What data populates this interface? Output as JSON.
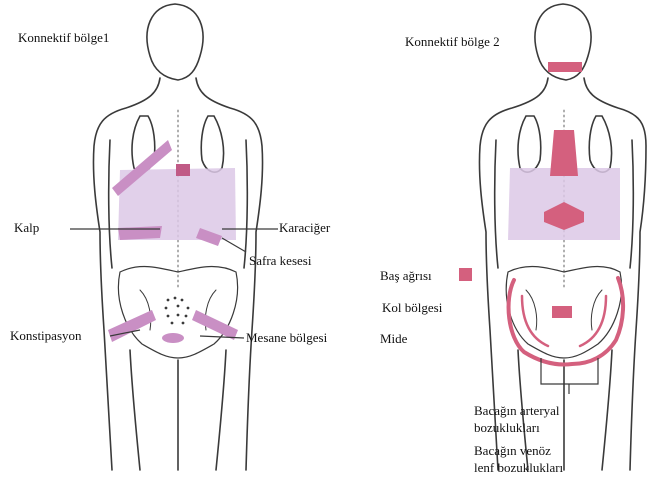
{
  "left_figure": {
    "title": "Konnektif bölge1",
    "labels": {
      "kalp": "Kalp",
      "karaciger": "Karaciğer",
      "safra": "Safra kesesi",
      "konstipasyon": "Konstipasyon",
      "mesane": "Mesane bölgesi"
    }
  },
  "right_figure": {
    "title": "Konnektif bölge 2",
    "labels": {
      "bas_agrisi": "Baş ağrısı",
      "kol": "Kol bölgesi",
      "mide": "Mide",
      "arteryal_1": "Bacağın arteryal",
      "arteryal_2": "bozuklukları",
      "venoz_1": "Bacağın venöz",
      "venoz_2": "lenf bozuklukları"
    }
  },
  "colors": {
    "zone_fill": "#dcc8e6",
    "zone_strong": "#c98fc4",
    "zone_red": "#d4607e",
    "outline": "#3a3a3a"
  }
}
